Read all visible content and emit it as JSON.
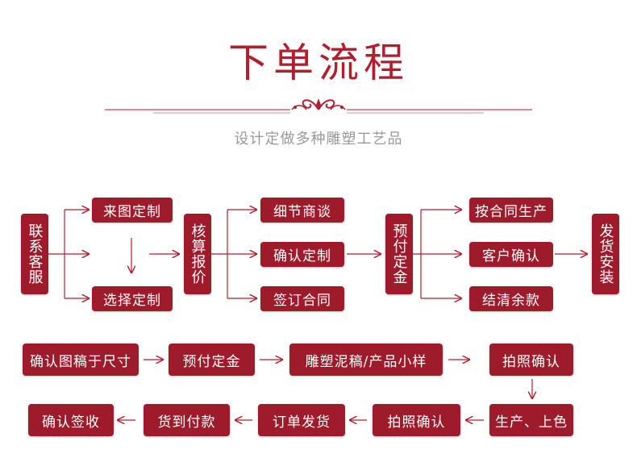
{
  "header": {
    "title": "下单流程",
    "subtitle": "设计定做多种雕塑工艺品"
  },
  "flow1": {
    "contact": "联系客服",
    "drawing": "来图定制",
    "choose": "选择定制",
    "quote": "核算报价",
    "negotiate": "细节商谈",
    "confirm_custom": "确认定制",
    "contract": "签订合同",
    "deposit": "预付定金",
    "produce": "按合同生产",
    "client_confirm": "客户确认",
    "balance": "结清余款",
    "ship": "发货安装"
  },
  "flow2": {
    "confirm_size": "确认图稿于尺寸",
    "deposit": "预付定金",
    "sample": "雕塑泥稿/产品小样",
    "photo_confirm": "拍照确认",
    "color": "生产、上色",
    "photo_confirm2": "拍照确认",
    "order_ship": "订单发货",
    "payment": "货到付款",
    "receive": "确认签收"
  },
  "colors": {
    "accent": "#9e1b2b",
    "title": "#b21e2e",
    "subtitle": "#999999",
    "arrow": "#b21e2e"
  }
}
